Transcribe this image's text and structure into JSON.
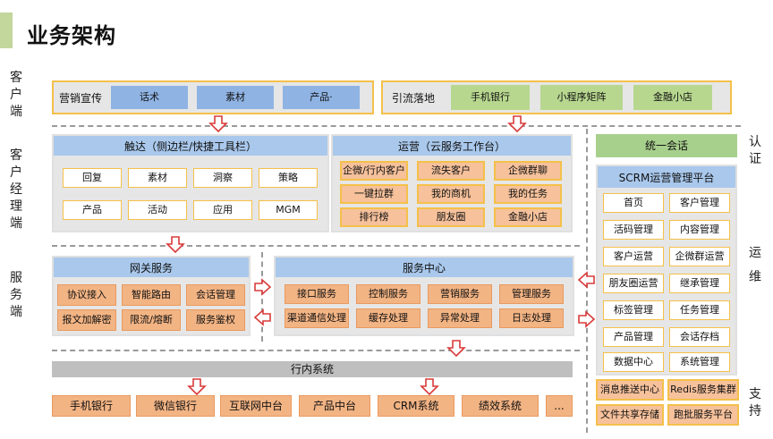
{
  "title": "业务架构",
  "sides": {
    "client": "客户端",
    "manager": "客户经理端",
    "service": "服务端",
    "auth": "认证",
    "ops": "运维",
    "support": "支持"
  },
  "client_layer": {
    "marketing_label": "营销宣传",
    "marketing_items": [
      "话术",
      "素材",
      "产品·"
    ],
    "landing_label": "引流落地",
    "landing_items": [
      "手机银行",
      "小程序矩阵",
      "金融小店"
    ]
  },
  "manager_layer": {
    "reach_title": "触达（侧边栏/快捷工具栏）",
    "reach_items": [
      "回复",
      "素材",
      "洞察",
      "策略",
      "产品",
      "活动",
      "应用",
      "MGM"
    ],
    "ops_title": "运营（云服务工作台）",
    "ops_items": [
      "企微/行内客户",
      "流失客户",
      "企微群聊",
      "一键拉群",
      "我的商机",
      "我的任务",
      "排行榜",
      "朋友圈",
      "金融小店"
    ]
  },
  "service_layer": {
    "gateway_title": "网关服务",
    "gateway_items": [
      "协议接入",
      "智能路由",
      "会话管理",
      "报文加解密",
      "限流/熔断",
      "服务鉴权"
    ],
    "center_title": "服务中心",
    "center_items": [
      "接口服务",
      "控制服务",
      "营销服务",
      "管理服务",
      "渠道通信处理",
      "缓存处理",
      "异常处理",
      "日志处理"
    ]
  },
  "bank_layer": {
    "title": "行内系统",
    "items": [
      "手机银行",
      "微信银行",
      "互联网中台",
      "产品中台",
      "CRM系统",
      "绩效系统",
      "..."
    ]
  },
  "right_panel": {
    "auth_item": "统一会话",
    "scrm_title": "SCRM运营管理平台",
    "scrm_items": [
      "首页",
      "客户管理",
      "活码管理",
      "内容管理",
      "客户运营",
      "企微群运营",
      "朋友圈运营",
      "继承管理",
      "标签管理",
      "任务管理",
      "产品管理",
      "会话存档",
      "数据中心",
      "系统管理"
    ],
    "support_items": [
      "消息推送中心",
      "Redis服务集群",
      "文件共享存储",
      "跑批服务平台"
    ]
  },
  "colors": {
    "accent_green": "#c3d69b",
    "group_border": "#f5c04a",
    "header_blue": "#a9c8ec",
    "item_blue": "#8fb3e3",
    "item_green": "#b7d78f",
    "item_peach": "#f3b484",
    "arrow_red": "#d93a3a",
    "bank_gray": "#bfbfbf"
  }
}
